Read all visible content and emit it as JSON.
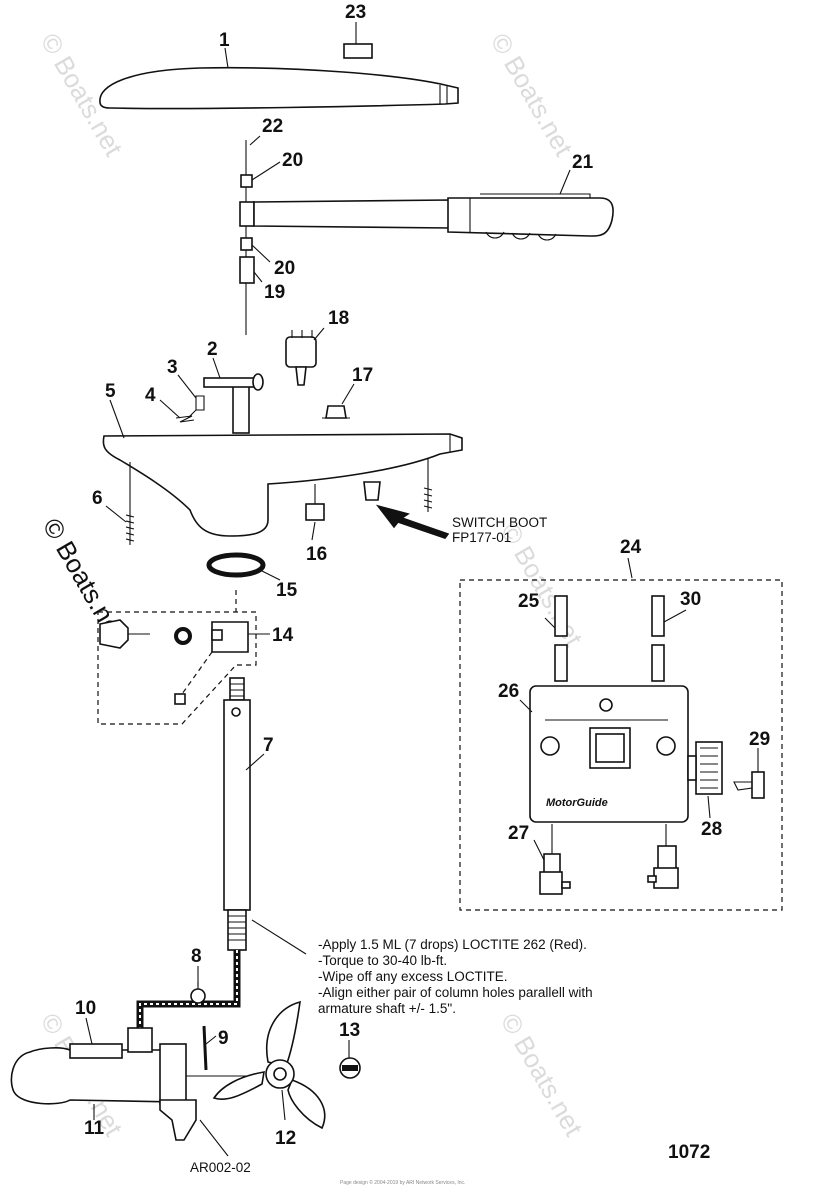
{
  "watermark": "© Boats.net",
  "part_numbers": {
    "p1": "1",
    "p2": "2",
    "p3": "3",
    "p4": "4",
    "p5": "5",
    "p6": "6",
    "p7": "7",
    "p8": "8",
    "p9": "9",
    "p10": "10",
    "p11": "11",
    "p12": "12",
    "p13": "13",
    "p14": "14",
    "p15": "15",
    "p16": "16",
    "p17": "17",
    "p18": "18",
    "p19": "19",
    "p20a": "20",
    "p20b": "20",
    "p21": "21",
    "p22": "22",
    "p23": "23",
    "p24": "24",
    "p25": "25",
    "p26": "26",
    "p27": "27",
    "p28": "28",
    "p29": "29",
    "p30": "30"
  },
  "switch_boot": {
    "line1": "SWITCH BOOT",
    "line2": "FP177-01"
  },
  "notes": [
    "-Apply 1.5 ML (7 drops) LOCTITE 262 (Red).",
    "-Torque to 30-40 lb-ft.",
    "-Wipe off any excess LOCTITE.",
    "-Align either pair of column holes parallell with",
    "armature shaft +/- 1.5\"."
  ],
  "control_box_brand": "MotorGuide",
  "drawing_id": "AR002-02",
  "page_number": "1072",
  "footer_text": "Page design © 2004-2019 by ARI Network Services, Inc."
}
